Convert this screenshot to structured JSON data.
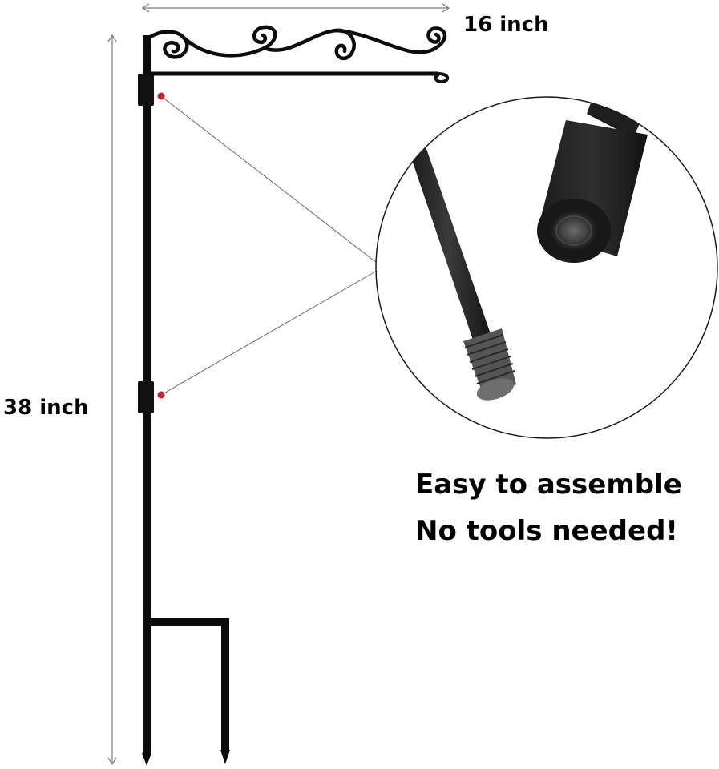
{
  "dimensions": {
    "width_label": "16 inch",
    "height_label": "38 inch"
  },
  "captions": {
    "line1": "Easy to assemble",
    "line2": "No tools needed!"
  },
  "colors": {
    "metal": "#0b0b0b",
    "dimension_line": "#7a7a7a",
    "marker_dot": "#cc1f2e",
    "zoom_outline": "#1a1a1a"
  },
  "illustration": {
    "subject": "garden-flag-pole-with-scroll-hanger",
    "zoom_detail": "threaded-pole-connector"
  }
}
